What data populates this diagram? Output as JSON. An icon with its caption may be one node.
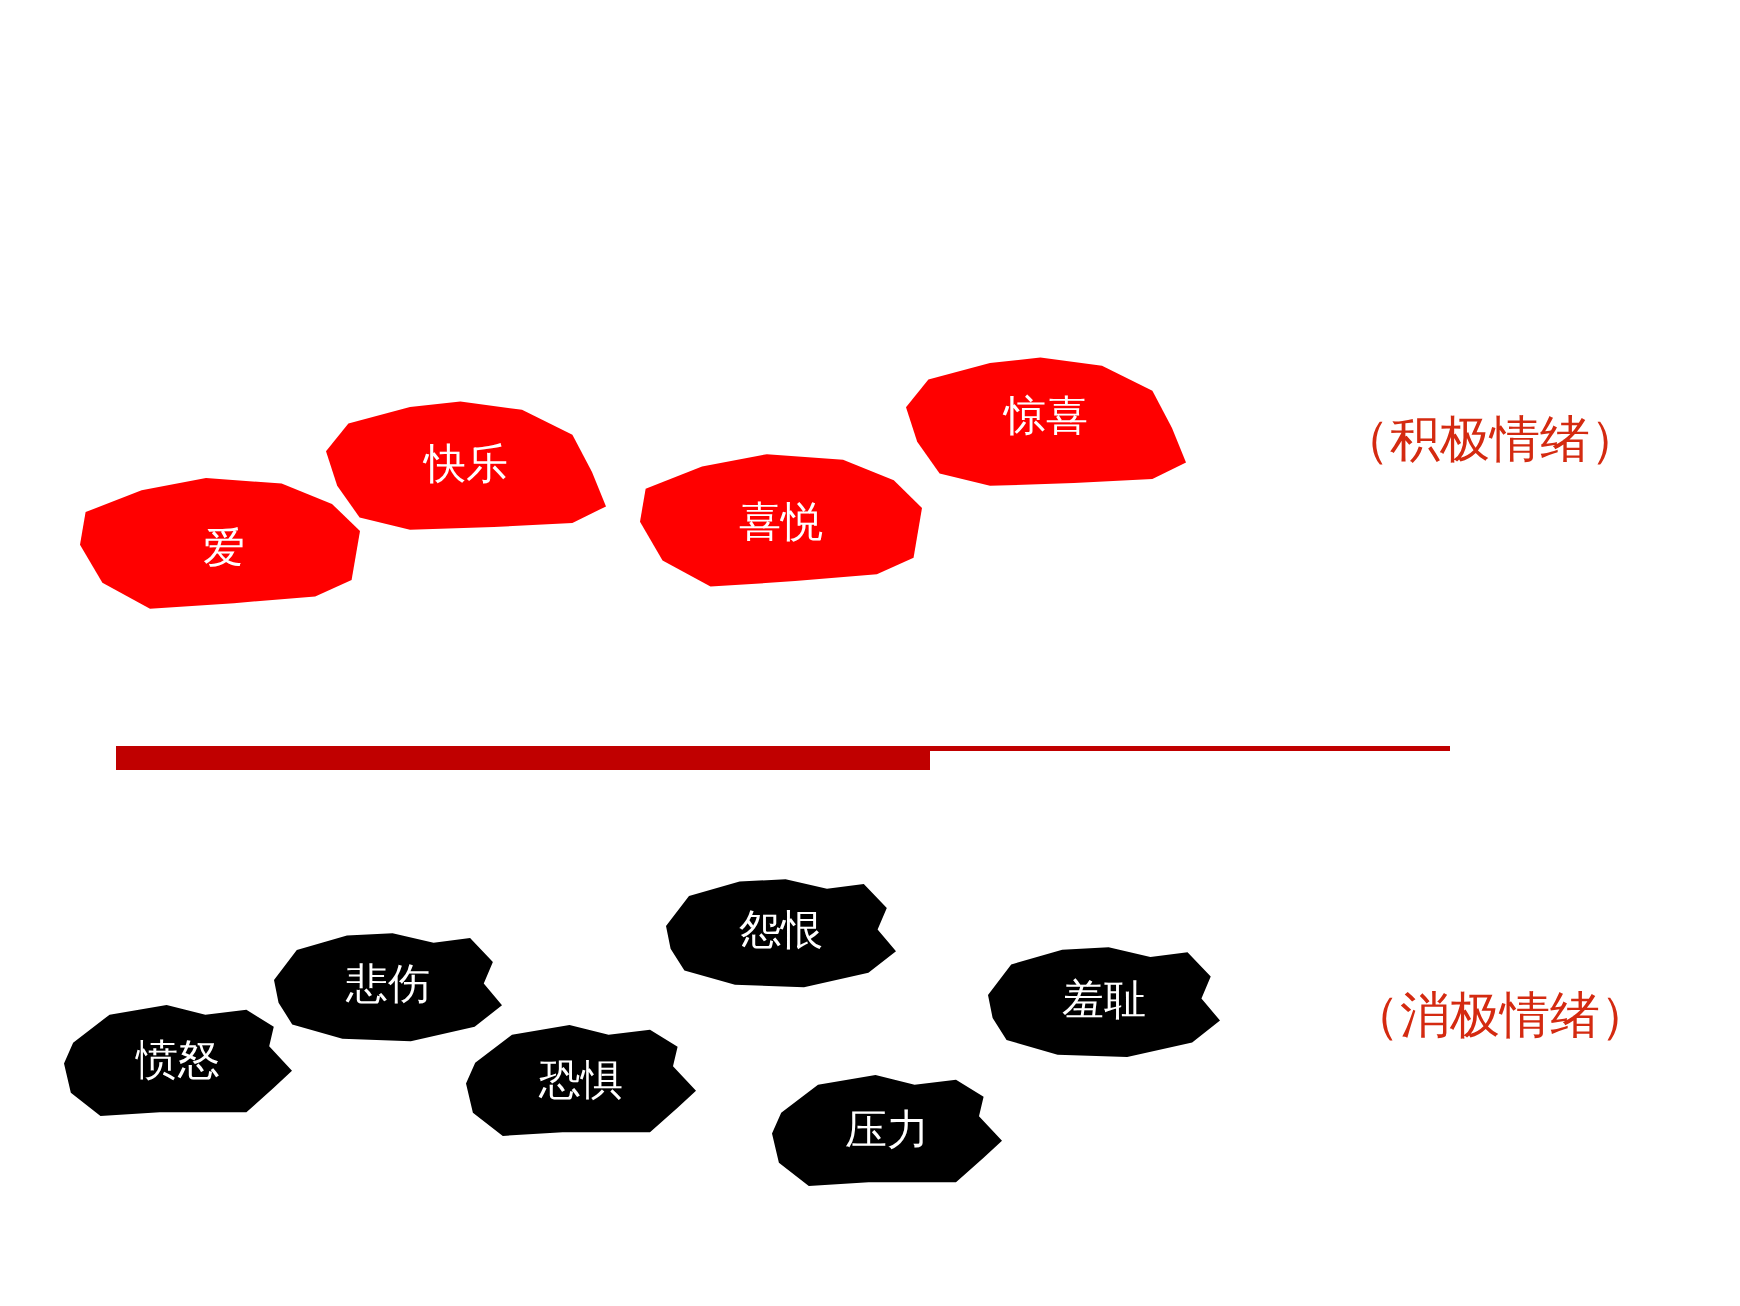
{
  "diagram": {
    "nodes": [
      {
        "text": [
          "爱"
        ]
      },
      {
        "text": [
          "快乐"
        ]
      },
      {
        "text": [
          "喜悦"
        ]
      },
      {
        "text": [
          "惊喜"
        ]
      },
      {
        "text": [
          "愤怒"
        ]
      },
      {
        "text": [
          "悲伤"
        ]
      },
      {
        "text": [
          "恐惧"
        ]
      },
      {
        "text": [
          "怨恨"
        ]
      },
      {
        "text": [
          "压力"
        ]
      },
      {
        "text": [
          "羞耻"
        ]
      }
    ],
    "labels": [
      "（积极情绪）",
      "（消极情绪）"
    ]
  }
}
